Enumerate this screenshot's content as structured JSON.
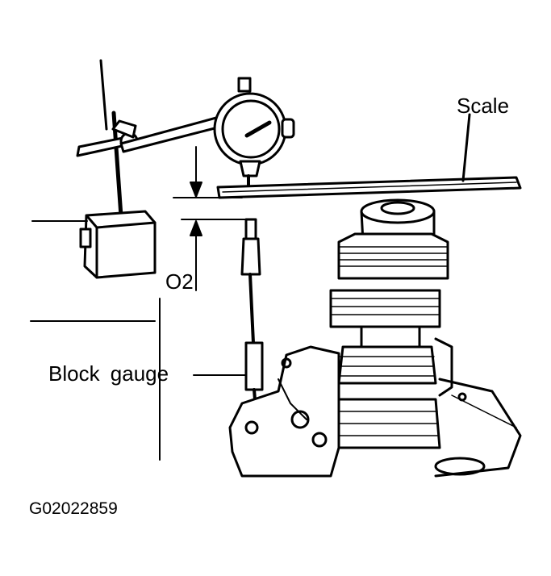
{
  "labels": {
    "scale": "Scale",
    "o2": "O2",
    "block_gauge": "Block  gauge",
    "figure_code": "G02022859"
  },
  "colors": {
    "ink": "#000000",
    "paper": "#ffffff"
  }
}
